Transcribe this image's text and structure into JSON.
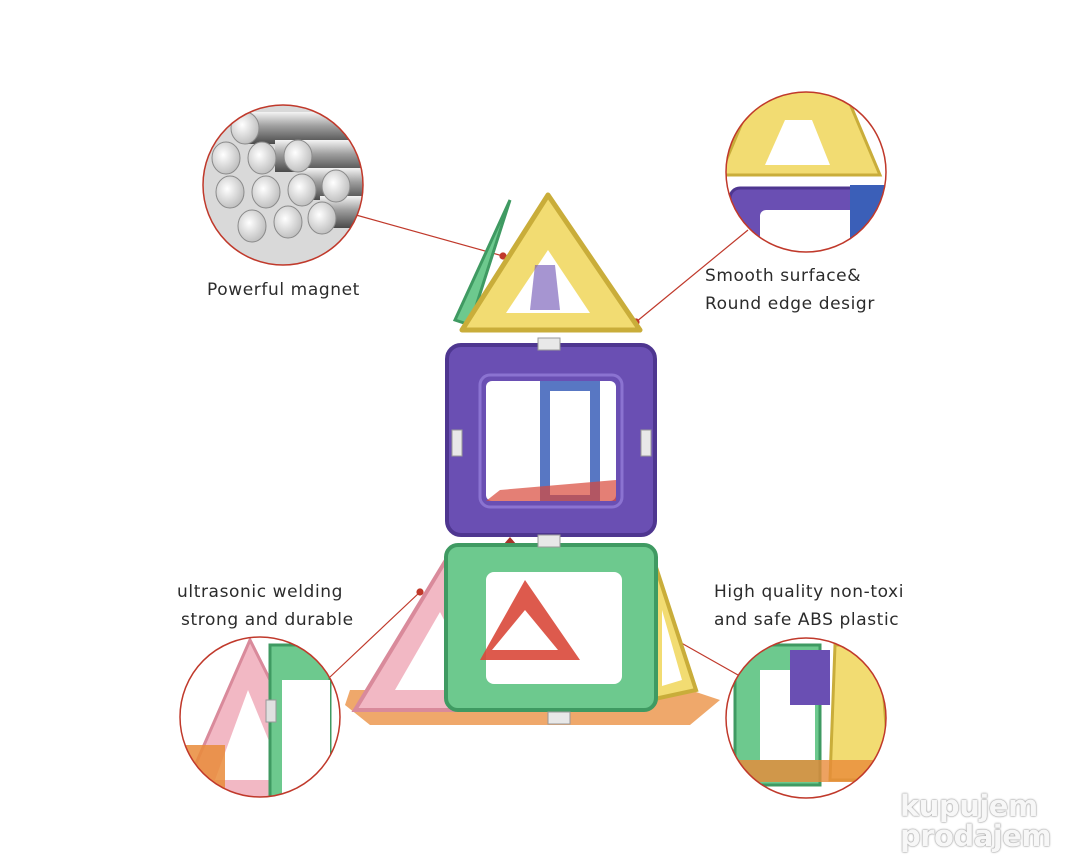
{
  "callouts": {
    "magnet": "Powerful magnet",
    "surface_line1": "Smooth surface&",
    "surface_line2": "Round edge desigr",
    "welding_line1": "ultrasonic welding",
    "welding_line2": "strong and durable",
    "quality_line1": "High quality non-toxi",
    "quality_line2": "and safe ABS plastic"
  },
  "watermark": {
    "line1": "kupujem",
    "line2": "prodajem"
  },
  "colors": {
    "leader_line": "#c0392b",
    "yellow": "#f2dc72",
    "purple": "#6a4fb3",
    "green": "#6dc98e",
    "pink": "#f2b8c4",
    "red": "#d9483a",
    "blue": "#3b5fb8",
    "orange": "#e98b3a"
  },
  "icons": [
    "magnet-cylinders-image",
    "tile-edge-closeup-image",
    "welding-closeup-image",
    "abs-plastic-closeup-image"
  ]
}
